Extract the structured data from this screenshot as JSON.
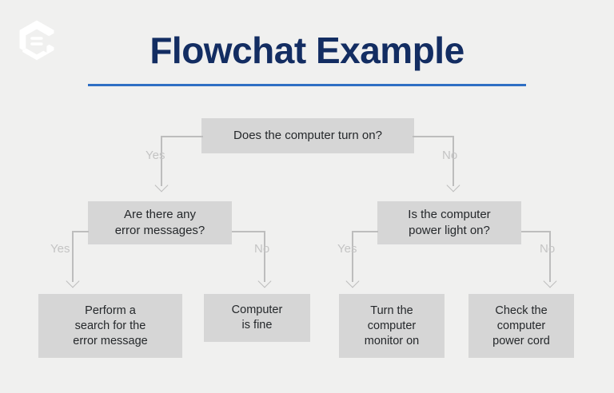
{
  "header": {
    "logo_icon": "hexagon-c-logo-icon",
    "title": "Flowchat Example",
    "rule_color": "#2f6fc4",
    "title_color": "#132d62"
  },
  "canvas": {
    "background_color": "#f0f0ef",
    "node_fill_color": "#d6d6d6",
    "node_text_color": "#25282b",
    "connector_color": "#bdbdbd",
    "edge_label_color": "#c4c4c4"
  },
  "flowchart": {
    "type": "decision-tree",
    "nodes": [
      {
        "id": "q1",
        "level": 1,
        "kind": "decision",
        "text": "Does the computer turn on?"
      },
      {
        "id": "q2",
        "level": 2,
        "kind": "decision",
        "text": "Are there any\nerror messages?"
      },
      {
        "id": "q3",
        "level": 2,
        "kind": "decision",
        "text": "Is the computer\npower light on?"
      },
      {
        "id": "a1",
        "level": 3,
        "kind": "action",
        "text": "Perform a\nsearch for the\nerror message"
      },
      {
        "id": "a2",
        "level": 3,
        "kind": "action",
        "text": "Computer\nis fine"
      },
      {
        "id": "a3",
        "level": 3,
        "kind": "action",
        "text": "Turn the\ncomputer\nmonitor on"
      },
      {
        "id": "a4",
        "level": 3,
        "kind": "action",
        "text": "Check the\ncomputer\npower cord"
      }
    ],
    "edges": [
      {
        "from": "q1",
        "to": "q2",
        "label": "Yes"
      },
      {
        "from": "q1",
        "to": "q3",
        "label": "No"
      },
      {
        "from": "q2",
        "to": "a1",
        "label": "Yes"
      },
      {
        "from": "q2",
        "to": "a2",
        "label": "No"
      },
      {
        "from": "q3",
        "to": "a3",
        "label": "Yes"
      },
      {
        "from": "q3",
        "to": "a4",
        "label": "No"
      }
    ]
  }
}
